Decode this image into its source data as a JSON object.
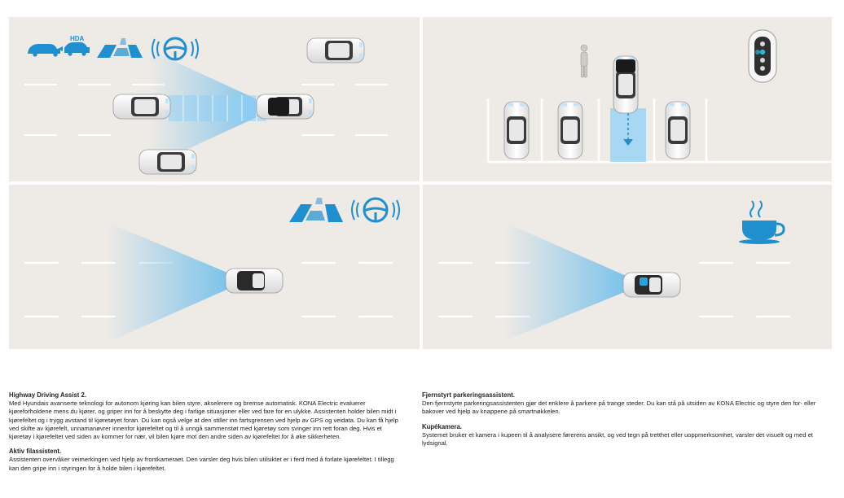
{
  "panels": {
    "hda": {
      "badge_label": "HDA"
    }
  },
  "sections": {
    "hda": {
      "heading": "Highway Driving Assist 2.",
      "body": "Med Hyundais avanserte teknologi for autonom kjøring kan bilen styre, akselerere og bremse automatisk. KONA Electric evaluerer kjøreforholdene mens du kjører, og griper inn for å beskytte deg i farlige situasjoner eller ved fare for en ulykke. Assistenten holder bilen midt i kjørefeltet og i trygg avstand til kjøretøyet foran. Du kan også velge at den stiller inn fartsgrensen ved hjelp av GPS og veidata. Du kan få hjelp ved skifte av kjørefelt, unnamanøvrer innenfor kjørefeltet og til å unngå sammenstøt med kjøretøy som svinger inn rett foran deg. Hvis et kjøretøy i kjørefeltet ved siden av kommer for nær, vil bilen kjøre mot den andre siden av kjørefeltet for å øke sikkerheten."
    },
    "lane": {
      "heading": "Aktiv filassistent.",
      "body": "Assistenten overvåker veimerkingen ved hjelp av frontkameraet. Den varsler deg hvis bilen utilsiktet er i ferd med å forlate kjørefeltet. I tillegg kan den gripe inn i styringen for å holde bilen i kjørefeltet."
    },
    "parking": {
      "heading": "Fjernstyrt parkeringsassistent.",
      "body": "Den fjernstyrte parkeringsassistenten gjør det enklere å parkere på trange steder. Du kan stå på utsiden av KONA Electric og styre den for- eller bakover ved hjelp av knappene på smartnøkkelen."
    },
    "cabin": {
      "heading": "Kupékamera.",
      "body": "Systemet bruker et kamera i kupeen til å analysere førerens ansikt, og ved tegn på tretthet eller uoppmerksomhet, varsler det visuelt og med et lydsignal."
    }
  },
  "colors": {
    "panel_bg": "#eeeae6",
    "accent_blue": "#1f8fd0",
    "sensor_blue": "#6cc0ee",
    "car_white": "#f3f3f3",
    "car_dark": "#2b2b2b"
  },
  "icons": [
    "car-follow-icon",
    "lane-icon",
    "steering-wheel-icon",
    "smart-key-icon",
    "pedestrian-icon",
    "coffee-cup-icon"
  ]
}
